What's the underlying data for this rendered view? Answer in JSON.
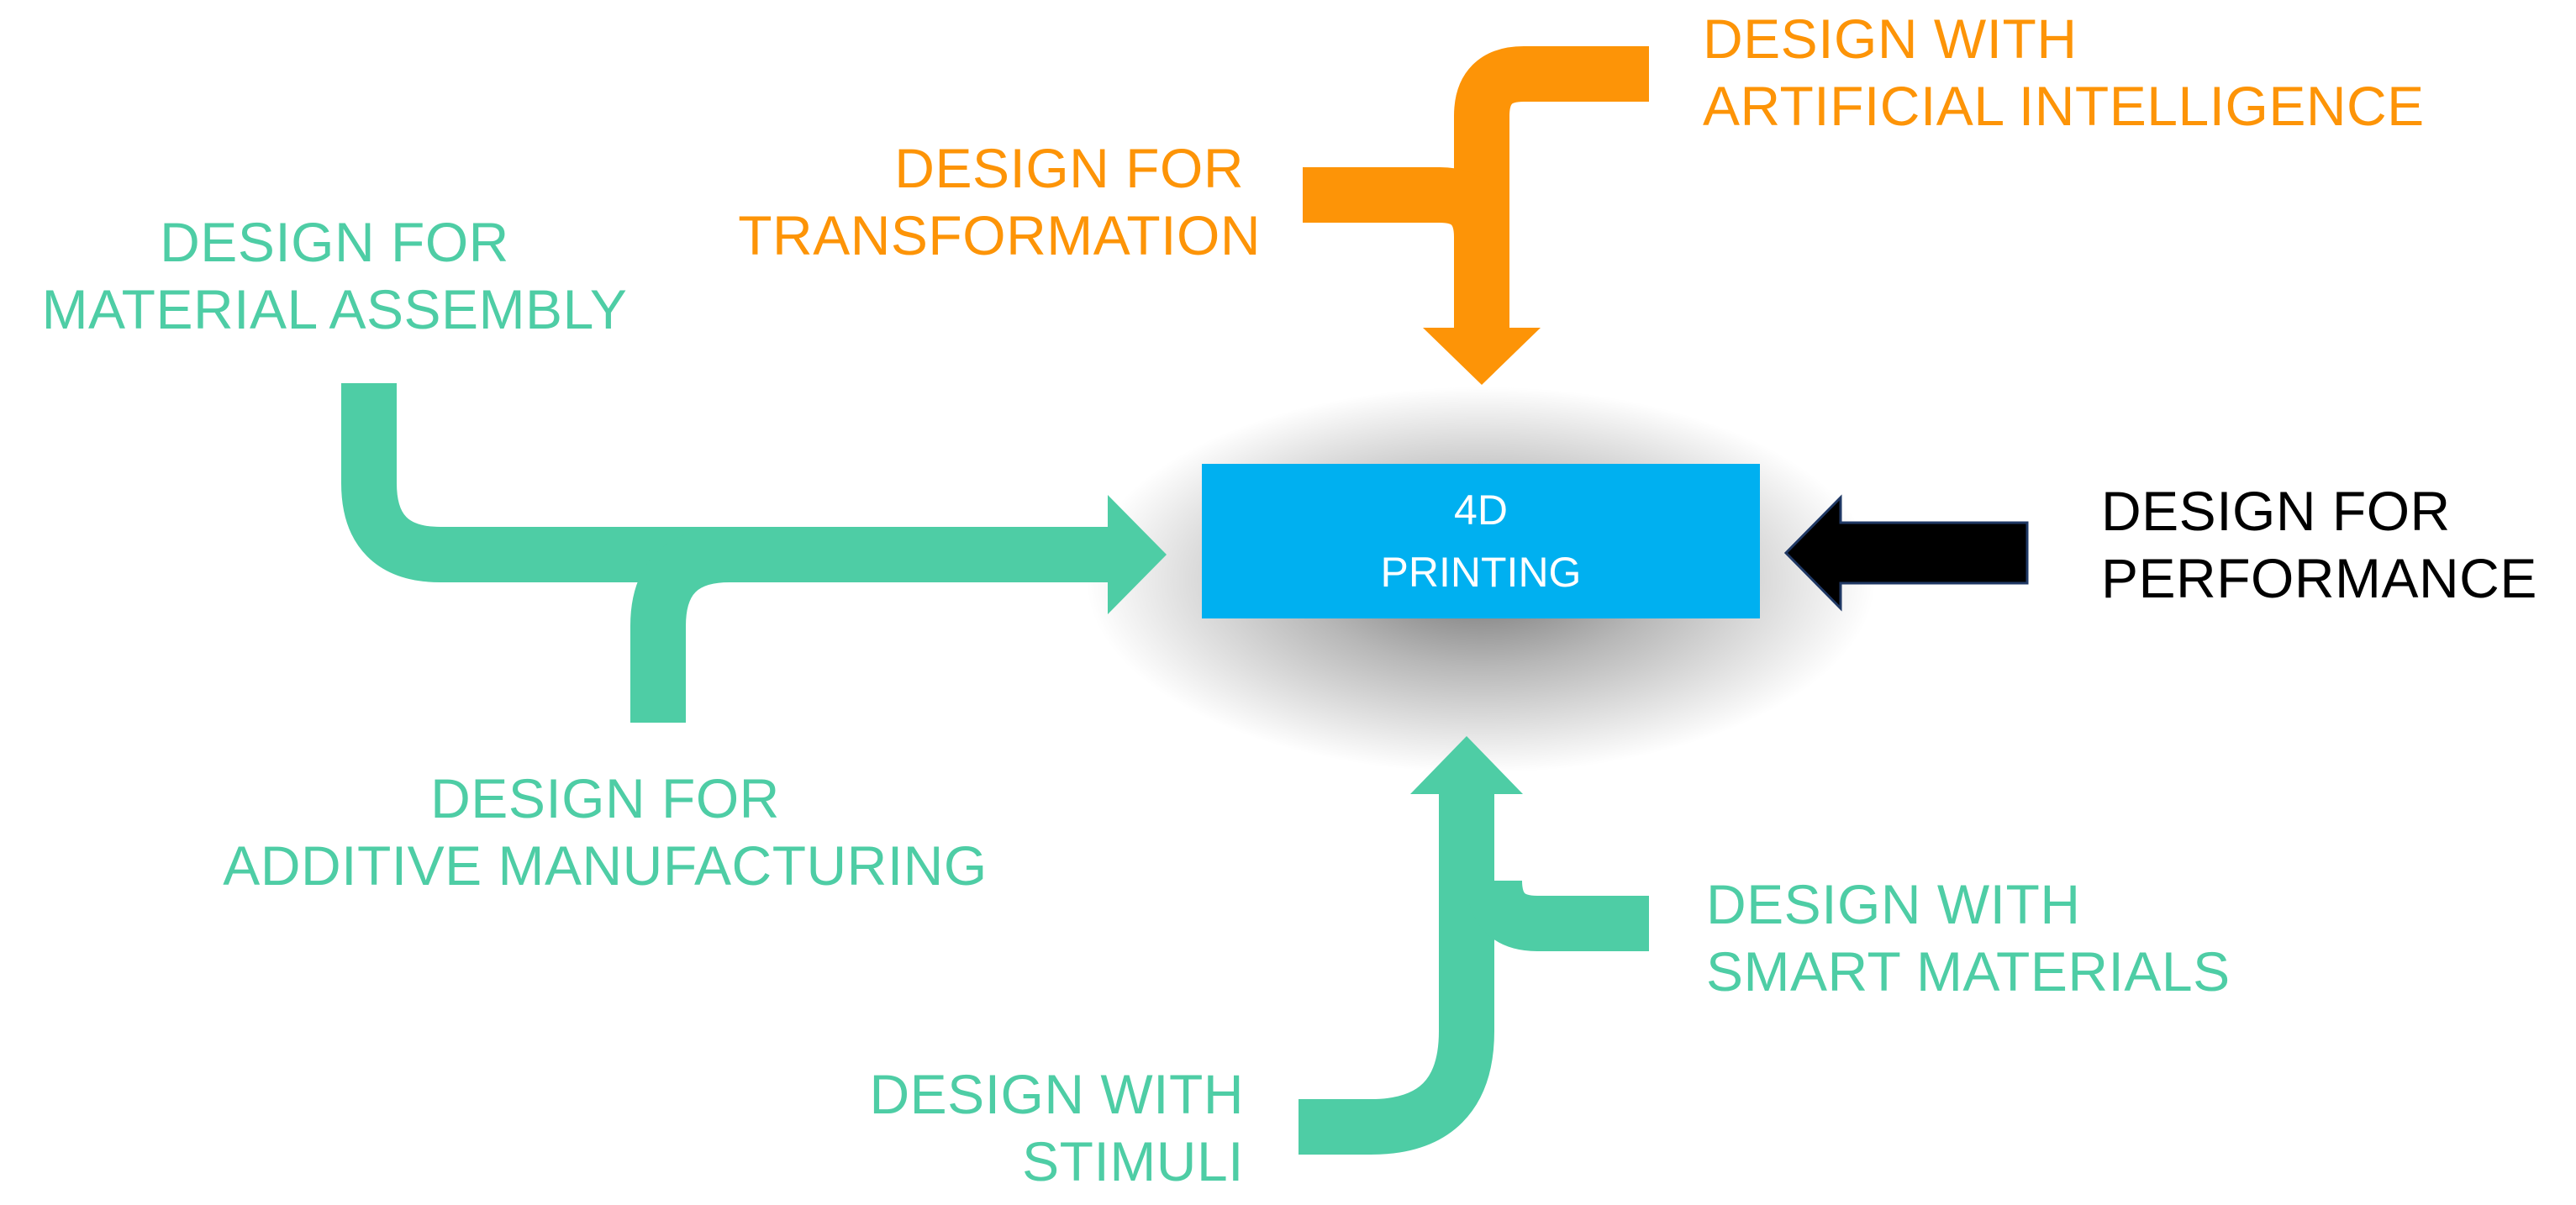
{
  "center": {
    "line1": "4D",
    "line2": "PRINTING"
  },
  "inputs": {
    "material_assembly": {
      "line1": "DESIGN FOR",
      "line2": "MATERIAL ASSEMBLY"
    },
    "additive_manufacturing": {
      "line1": "DESIGN FOR",
      "line2": "ADDITIVE MANUFACTURING"
    },
    "transformation": {
      "line1": "DESIGN FOR",
      "line2": "TRANSFORMATION"
    },
    "artificial_intelligence": {
      "line1": "DESIGN WITH",
      "line2": "ARTIFICIAL INTELLIGENCE"
    },
    "performance": {
      "line1": "DESIGN FOR",
      "line2": "PERFORMANCE"
    },
    "smart_materials": {
      "line1": "DESIGN WITH",
      "line2": "SMART MATERIALS"
    },
    "stimuli": {
      "line1": "DESIGN WITH",
      "line2": "STIMULI"
    }
  },
  "colors": {
    "green": "#4ecda5",
    "orange": "#fd9407",
    "black": "#000000",
    "blue": "#00b0f0",
    "arrow_outline": "#1f3864"
  }
}
